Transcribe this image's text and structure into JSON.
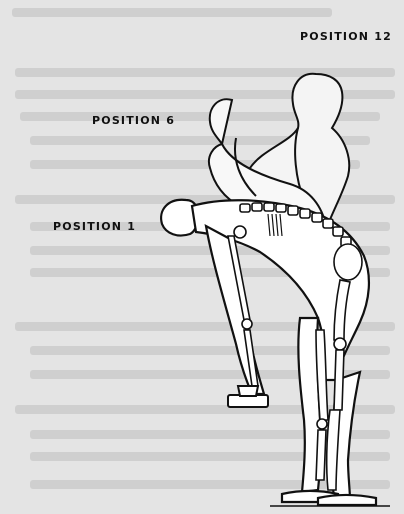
{
  "figure": {
    "labels": {
      "position_12": "POSITION 12",
      "position_6": "POSITION 6",
      "position_1": "POSITION 1"
    }
  }
}
